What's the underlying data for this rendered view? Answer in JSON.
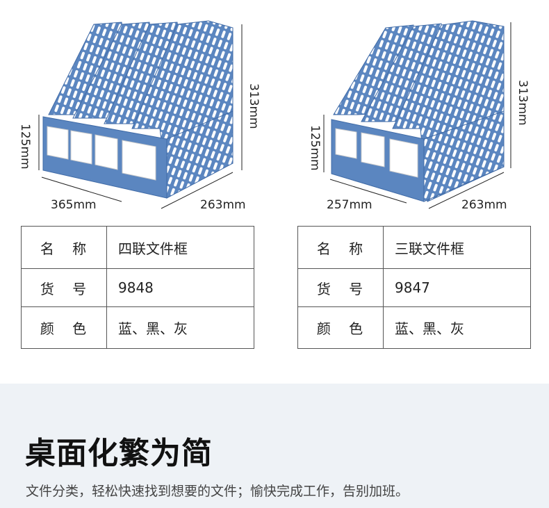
{
  "products": [
    {
      "dims": {
        "height_front": "125mm",
        "height_total": "313mm",
        "width": "365mm",
        "depth": "263mm"
      },
      "specs": [
        {
          "key": "名 称",
          "value": "四联文件框"
        },
        {
          "key": "货 号",
          "value": "9848"
        },
        {
          "key": "颜 色",
          "value": "蓝、黑、灰"
        }
      ],
      "compartments": 4
    },
    {
      "dims": {
        "height_front": "125mm",
        "height_total": "313mm",
        "width": "257mm",
        "depth": "263mm"
      },
      "specs": [
        {
          "key": "名 称",
          "value": "三联文件框"
        },
        {
          "key": "货 号",
          "value": "9847"
        },
        {
          "key": "颜 色",
          "value": "蓝、黑、灰"
        }
      ],
      "compartments": 3
    }
  ],
  "banner": {
    "headline": "桌面化繁为简",
    "subtext": "文件分类，轻松快速找到想要的文件；愉快完成工作，告别加班。"
  },
  "colors": {
    "product_blue": "#5b86c0",
    "product_dark": "#3f6aa6",
    "bottom_bg": "#eef2f6"
  }
}
